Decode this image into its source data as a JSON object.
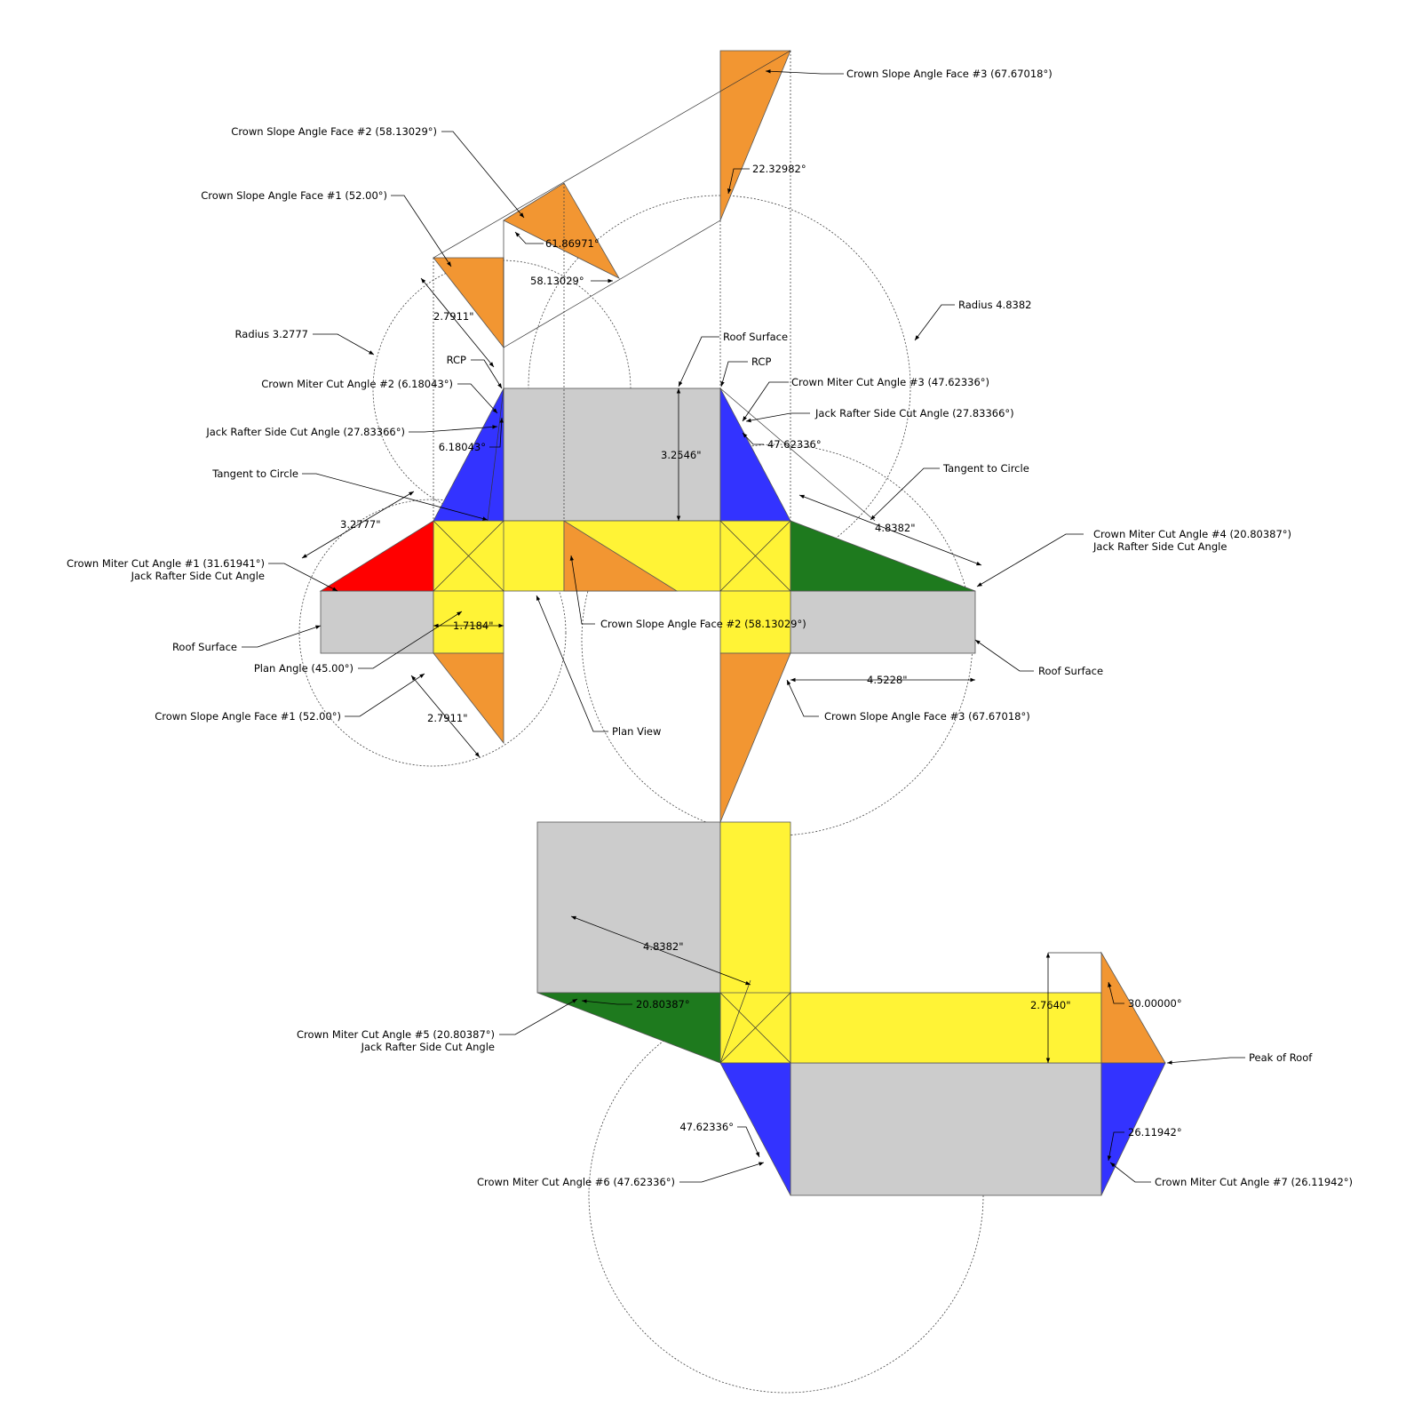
{
  "colors": {
    "roof_surface": "#cccccc",
    "plan_view": "#fff336",
    "crown_slope_face": "#f29632",
    "miter_cut_blue": "#3333ff",
    "miter_cut_green": "#1e7a1e",
    "miter_cut_red": "#ff0000",
    "background": "#ffffff"
  },
  "labels": {
    "crown_slope_face_3_top": "Crown Slope Angle Face #3 (67.67018°)",
    "crown_slope_face_2_top": "Crown Slope Angle Face #2 (58.13029°)",
    "crown_slope_face_1_top": "Crown Slope Angle Face #1 (52.00°)",
    "angle_22": "22.32982°",
    "angle_61": "61.86971°",
    "angle_58": "58.13029°",
    "dim_27911_top": "2.7911\"",
    "radius_48382": "Radius 4.8382",
    "radius_32777": "Radius 3.2777",
    "rcp_left": "RCP",
    "roof_surface_top": "Roof Surface",
    "rcp_right": "RCP",
    "miter_cut_2": "Crown Miter Cut Angle #2 (6.18043°)",
    "miter_cut_3": "Crown Miter Cut Angle #3 (47.62336°)",
    "jack_side_cut_left": "Jack Rafter Side Cut Angle (27.83366°)",
    "jack_side_cut_right": "Jack Rafter Side Cut Angle (27.83366°)",
    "angle_618": "6.18043°",
    "angle_4762_top": "47.62336°",
    "dim_32546": "3.2546\"",
    "tangent_left": "Tangent to Circle",
    "tangent_right": "Tangent to Circle",
    "dim_32777": "3.2777\"",
    "dim_48382_top": "4.8382\"",
    "miter_cut_4_line1": "Crown Miter Cut Angle #4 (20.80387°)",
    "miter_cut_4_line2": "Jack Rafter Side Cut Angle",
    "miter_cut_1_line1": "Crown Miter Cut Angle #1 (31.61941°)",
    "miter_cut_1_line2": "Jack Rafter Side Cut Angle",
    "dim_17184": "1.7184\"",
    "crown_slope_face_2_mid": "Crown Slope Angle Face #2 (58.13029°)",
    "roof_surface_left": "Roof Surface",
    "roof_surface_right": "Roof Surface",
    "plan_angle": "Plan Angle (45.00°)",
    "dim_45228": "4.5228\"",
    "crown_slope_face_1_low": "Crown Slope Angle Face #1 (52.00°)",
    "dim_27911_low": "2.7911\"",
    "crown_slope_face_3_low": "Crown Slope Angle Face #3 (67.67018°)",
    "plan_view": "Plan View",
    "dim_48382_low": "4.8382\"",
    "angle_2080": "20.80387°",
    "dim_27640": "2.7640\"",
    "angle_30": "30.00000°",
    "miter_cut_5_line1": "Crown Miter Cut Angle #5 (20.80387°)",
    "miter_cut_5_line2": "Jack Rafter Side Cut Angle",
    "peak_of_roof": "Peak of Roof",
    "angle_4762_low": "47.62336°",
    "angle_2611": "26.11942°",
    "miter_cut_6": "Crown Miter Cut Angle #6 (47.62336°)",
    "miter_cut_7": "Crown Miter Cut Angle #7 (26.11942°)"
  }
}
